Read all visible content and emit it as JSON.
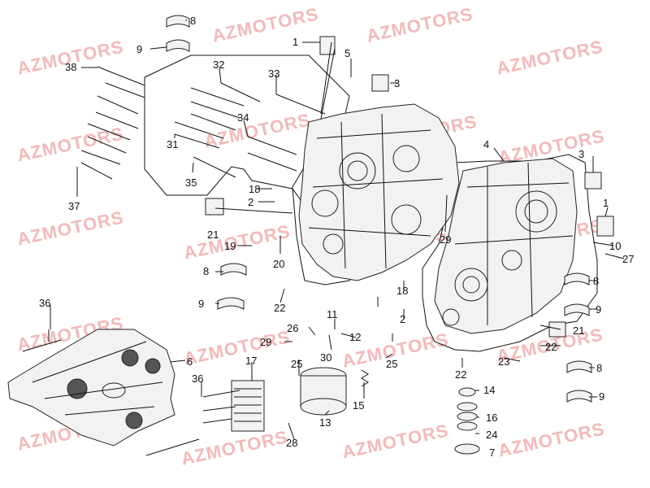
{
  "watermark": "AZMOTORS",
  "callouts": [
    "1",
    "2",
    "3",
    "4",
    "5",
    "6",
    "7",
    "8",
    "9",
    "10",
    "11",
    "12",
    "13",
    "14",
    "15",
    "16",
    "17",
    "18",
    "19",
    "20",
    "21",
    "22",
    "23",
    "24",
    "25",
    "26",
    "27",
    "28",
    "29",
    "30",
    "31",
    "32",
    "33",
    "34",
    "35",
    "36",
    "37",
    "38"
  ],
  "colors": {
    "watermark": "#f3b9b9",
    "lines": "#111111"
  }
}
